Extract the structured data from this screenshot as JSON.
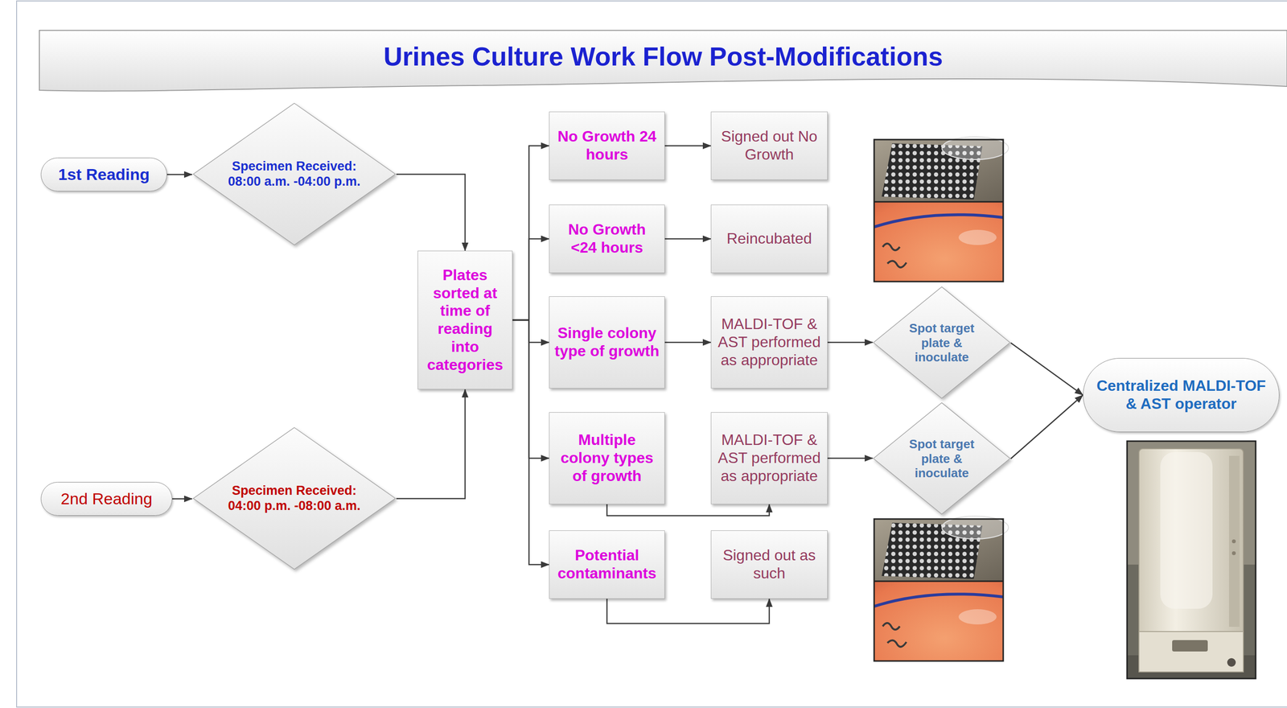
{
  "diagram": {
    "title": "Urines Culture Work Flow Post-Modifications",
    "nodes": [
      {
        "text": [
          "1st Reading"
        ]
      },
      {
        "text": [
          "Specimen Received: 08:00 a.m. -04:00 p.m."
        ]
      },
      {
        "text": [
          "2nd Reading"
        ]
      },
      {
        "text": [
          "Specimen Received: 04:00 p.m. -08:00 a.m."
        ]
      },
      {
        "text": [
          "Plates sorted at time of reading into categories"
        ]
      },
      {
        "text": [
          "No Growth 24 hours"
        ]
      },
      {
        "text": [
          "Signed out No Growth"
        ]
      },
      {
        "text": [
          "No Growth <24 hours"
        ]
      },
      {
        "text": [
          "Reincubated"
        ]
      },
      {
        "text": [
          "Single colony type of growth"
        ]
      },
      {
        "text": [
          "MALDI-TOF & AST performed as appropriate"
        ]
      },
      {
        "text": [
          "Spot target plate & inoculate"
        ]
      },
      {
        "text": [
          "Multiple colony types of growth"
        ]
      },
      {
        "text": [
          "MALDI-TOF & AST performed as appropriate"
        ]
      },
      {
        "text": [
          "Spot target plate & inoculate"
        ]
      },
      {
        "text": [
          "Potential contaminants"
        ]
      },
      {
        "text": [
          "Signed out as such"
        ]
      },
      {
        "text": [
          "Centralized MALDI-TOF & AST operator"
        ]
      }
    ],
    "edges": [
      {
        "from": 0,
        "to": 1,
        "arrow": "to"
      },
      {
        "from": 1,
        "to": 4,
        "arrow": "to"
      },
      {
        "from": 2,
        "to": 3,
        "arrow": "to"
      },
      {
        "from": 3,
        "to": 4,
        "arrow": "to"
      },
      {
        "from": 4,
        "to": 5,
        "arrow": "to"
      },
      {
        "from": 4,
        "to": 7,
        "arrow": "to"
      },
      {
        "from": 4,
        "to": 9,
        "arrow": "to"
      },
      {
        "from": 4,
        "to": 12,
        "arrow": "to"
      },
      {
        "from": 4,
        "to": 15,
        "arrow": "to"
      },
      {
        "from": 5,
        "to": 6,
        "arrow": "to"
      },
      {
        "from": 7,
        "to": 8,
        "arrow": "to"
      },
      {
        "from": 9,
        "to": 10,
        "arrow": "to"
      },
      {
        "from": 10,
        "to": 11,
        "arrow": "to"
      },
      {
        "from": 11,
        "to": 17,
        "arrow": "to"
      },
      {
        "from": 12,
        "to": 13,
        "arrow": "to"
      },
      {
        "from": 13,
        "to": 14,
        "arrow": "to"
      },
      {
        "from": 14,
        "to": 17,
        "arrow": "to"
      },
      {
        "from": 15,
        "to": 16,
        "arrow": "to"
      }
    ]
  }
}
